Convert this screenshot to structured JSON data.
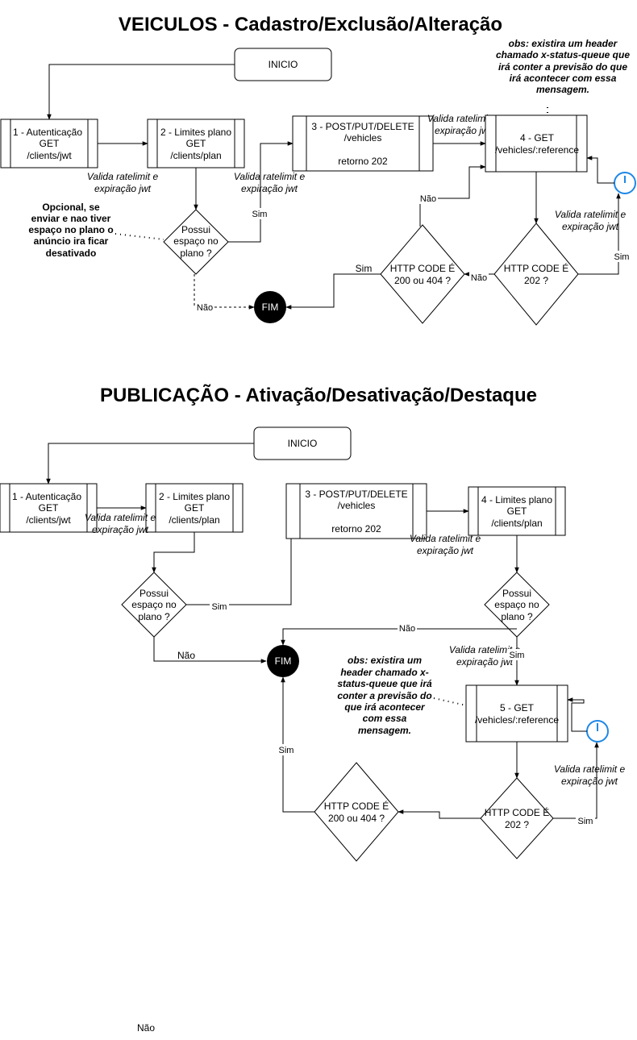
{
  "veiculos": {
    "title": "VEICULOS - Cadastro/Exclusão/Alteração",
    "inicio": "INICIO",
    "fim": "FIM",
    "obs": [
      "obs: existira um header",
      "chamado x-status-queue que",
      "irá conter a previsão do que",
      "irá acontecer com essa",
      "mensagem."
    ],
    "step1": [
      "1 - Autenticação",
      "GET",
      "/clients/jwt"
    ],
    "step2": [
      "2 - Limites plano",
      "GET",
      "/clients/plan"
    ],
    "step3": [
      "3 - POST/PUT/DELETE",
      "/vehicles",
      "",
      "retorno 202"
    ],
    "step4": [
      "4 - GET",
      "/vehicles/:reference"
    ],
    "valida1": [
      "Valida ratelimit e",
      "expiração jwt"
    ],
    "valida2": [
      "Valida ratelimit e",
      "expiração jwt"
    ],
    "valida3": [
      "Valida ratelimit e",
      "expiração jwt"
    ],
    "valida4": [
      "Valida ratelimit e",
      "expiração jwt"
    ],
    "decision_plan": [
      "Possui",
      "espaço no",
      "plano ?"
    ],
    "decision_http200": [
      "HTTP CODE É",
      "200 ou 404 ?"
    ],
    "decision_http202": [
      "HTTP CODE É",
      "202 ?"
    ],
    "opcional": [
      "Opcional, se",
      "enviar e nao tiver",
      "espaço no plano o",
      "anúncio ira ficar",
      "desativado"
    ],
    "sim": "Sim",
    "nao": "Não"
  },
  "publicacao": {
    "title": "PUBLICAÇÃO - Ativação/Desativação/Destaque",
    "inicio": "INICIO",
    "fim": "FIM",
    "step1": [
      "1 - Autenticação",
      "GET",
      "/clients/jwt"
    ],
    "step2": [
      "2 - Limites plano",
      "GET",
      "/clients/plan"
    ],
    "step3": [
      "3 - POST/PUT/DELETE",
      "/vehicles",
      "",
      "retorno 202"
    ],
    "step4": [
      "4 - Limites plano",
      "GET",
      "/clients/plan"
    ],
    "step5": [
      "5 - GET",
      "/vehicles/:reference"
    ],
    "valida1": [
      "Valida ratelimit e",
      "expiração jwt"
    ],
    "valida2": [
      "Valida ratelimit e",
      "expiração jwt"
    ],
    "valida3": [
      "Valida ratelimit e",
      "expiração jwt"
    ],
    "valida4": [
      "Valida ratelimit e",
      "expiração jwt"
    ],
    "decision_plan1": [
      "Possui",
      "espaço no",
      "plano ?"
    ],
    "decision_plan2": [
      "Possui",
      "espaço no",
      "plano ?"
    ],
    "decision_http200": [
      "HTTP CODE É",
      "200 ou 404 ?"
    ],
    "decision_http202": [
      "HTTP CODE É",
      "202 ?"
    ],
    "obs": [
      "obs: existira um",
      "header chamado x-",
      "status-queue que irá",
      "conter a previsão do",
      "que irá acontecer",
      "com essa",
      "mensagem."
    ],
    "sim": "Sim",
    "nao": "Não"
  },
  "footer_nao": "Não"
}
